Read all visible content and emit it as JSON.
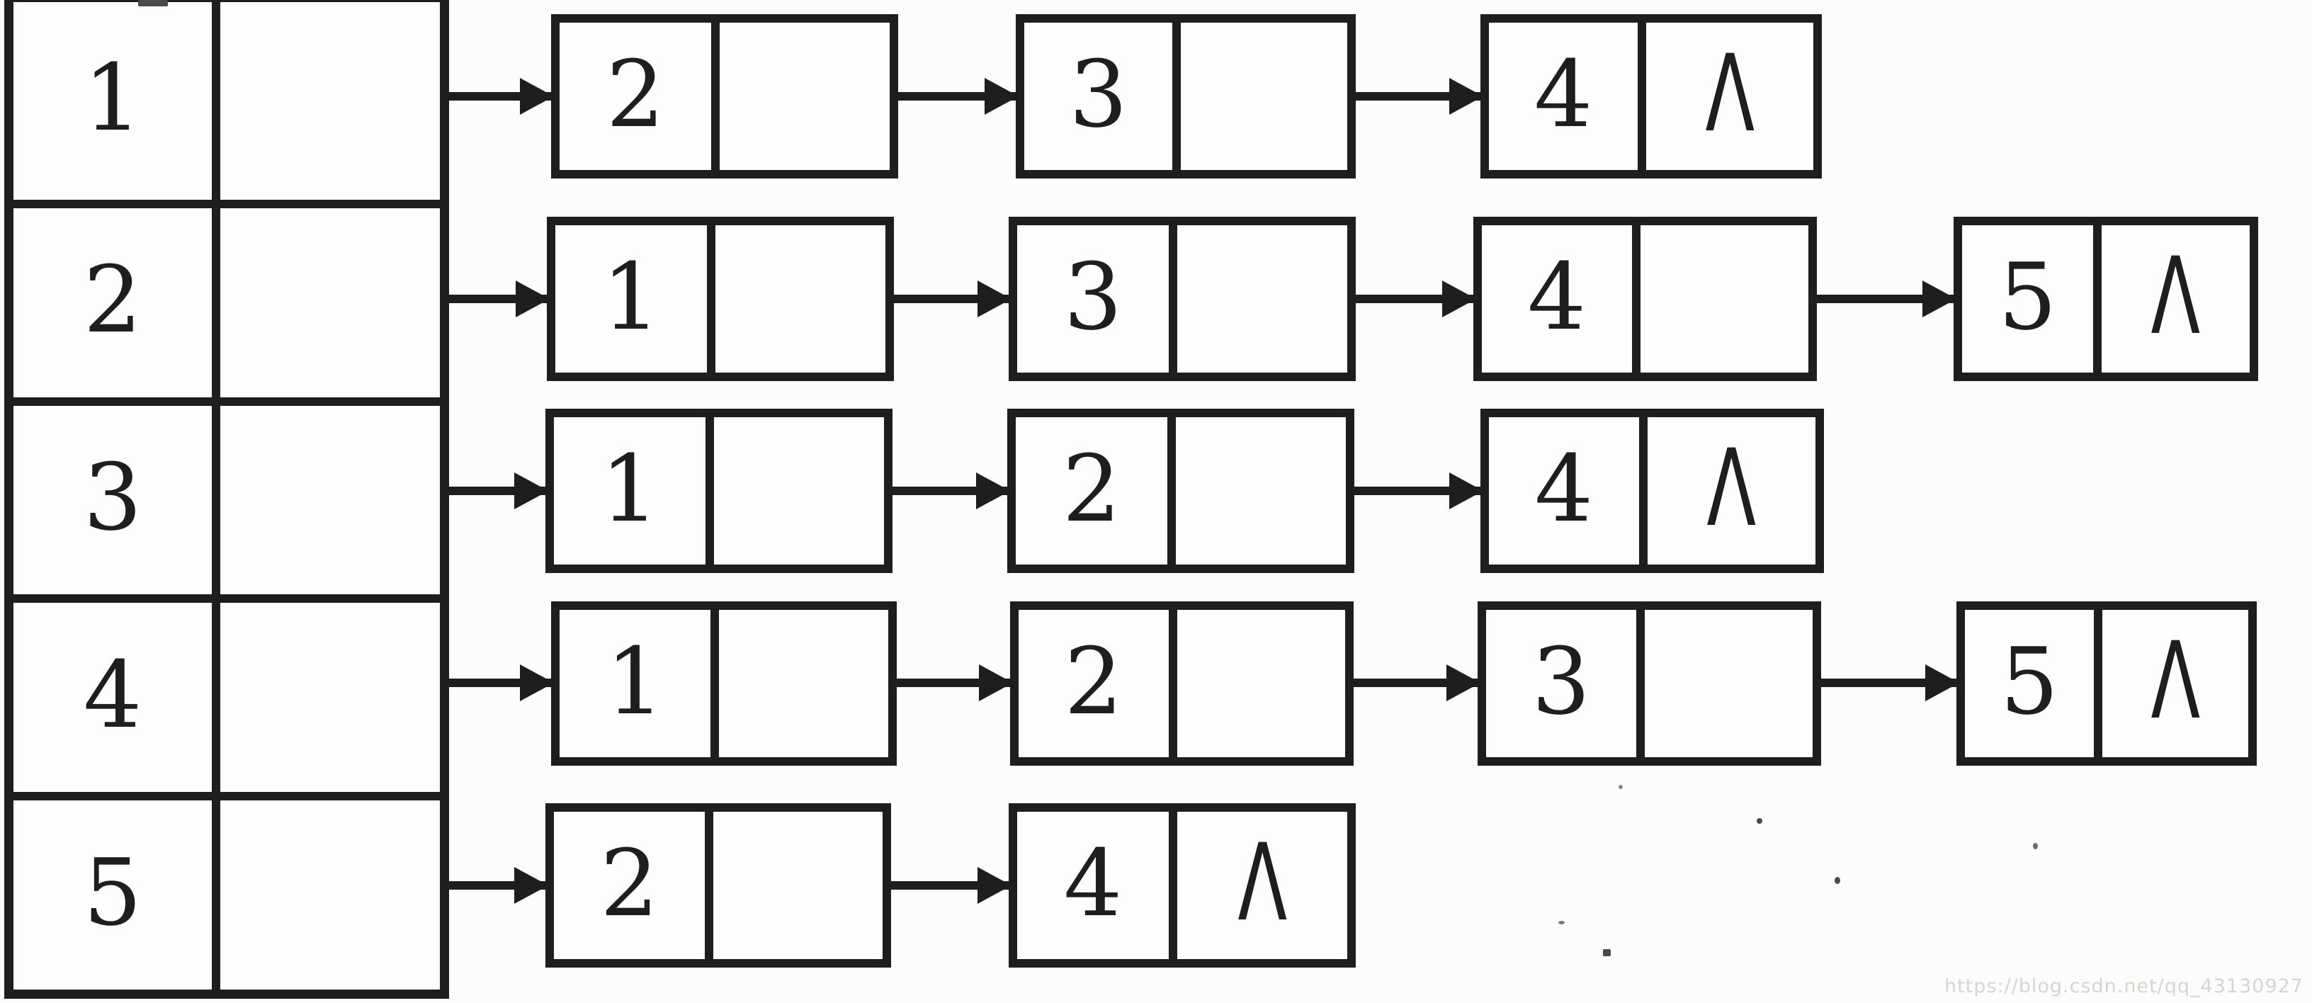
{
  "diagram": {
    "kind": "graph-adjacency-list",
    "null_symbol": "Λ",
    "ink_color": "#1e1e1e",
    "watermark": "https://blog.csdn.net/qq_43130927",
    "watermark_color": "#d8d4d4",
    "vertices": [
      {
        "label": "1",
        "list": [
          "2",
          "3",
          "4"
        ]
      },
      {
        "label": "2",
        "list": [
          "1",
          "3",
          "4",
          "5"
        ]
      },
      {
        "label": "3",
        "list": [
          "1",
          "2",
          "4"
        ]
      },
      {
        "label": "4",
        "list": [
          "1",
          "2",
          "3",
          "5"
        ]
      },
      {
        "label": "5",
        "list": [
          "2",
          "4"
        ]
      }
    ]
  }
}
